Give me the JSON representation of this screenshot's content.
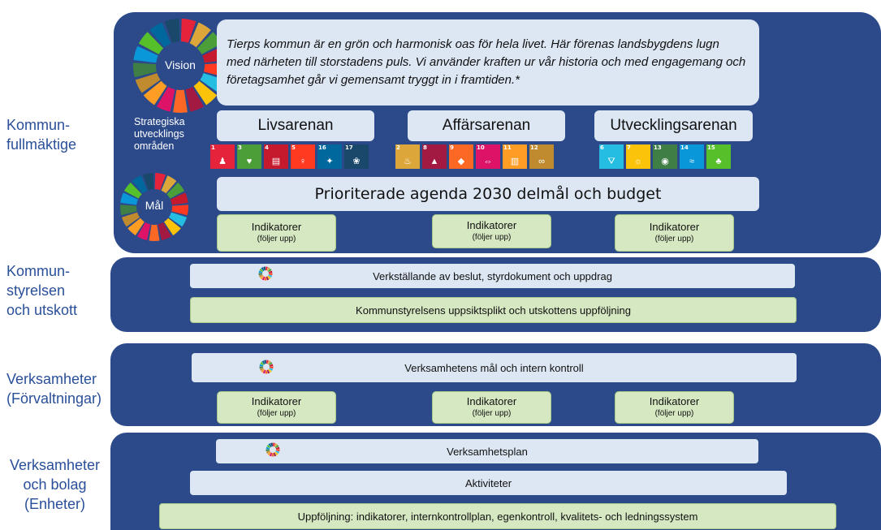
{
  "left_labels": {
    "kommunfullmaktige": "Kommun-\nfullmäktige",
    "kommunstyrelsen": "Kommun-\nstyrelsen\n och utskott",
    "verksamheter": "Verksamheter\n(Förvaltningar)",
    "enheter": "Verksamheter\noch bolag\n(Enheter)"
  },
  "vision": {
    "wheel_label": "Vision",
    "text": "Tierps kommun är en grön och harmonisk oas för hela livet. Här förenas landsbygdens lugn med närheten till storstadens puls. Vi använder kraften ur vår historia och med engagemang och företagsamhet går vi gemensamt tryggt in i framtiden.*"
  },
  "strategic": {
    "label": "Strategiska\nutvecklings\nområden",
    "arenas": [
      {
        "name": "Livsarenan",
        "goals": [
          1,
          3,
          4,
          5,
          16,
          17
        ]
      },
      {
        "name": "Affärsarenan",
        "goals": [
          2,
          8,
          9,
          10,
          11,
          12
        ]
      },
      {
        "name": "Utvecklingsarenan",
        "goals": [
          6,
          7,
          13,
          14,
          15
        ]
      }
    ]
  },
  "goal": {
    "wheel_label": "Mål",
    "priority_box": "Prioriterade agenda 2030 delmål och budget"
  },
  "indicator": {
    "title": "Indikatorer",
    "sub": "(följer upp)"
  },
  "kommunstyrelsen": {
    "row1": "Verkställande av beslut, styrdokument och uppdrag",
    "row2": "Kommunstyrelsens uppsiktsplikt och utskottens uppföljning"
  },
  "verksamheter": {
    "row1": "Verksamhetens mål och intern kontroll"
  },
  "enheter": {
    "row1": "Verksamhetsplan",
    "row2": "Aktiviteter",
    "row3": "Uppföljning: indikatorer, internkontrollplan, egenkontroll, kvalitets- och ledningssystem"
  },
  "colors": {
    "band": "#2c4a8a",
    "label": "#2a4f99",
    "light_box": "#dde7f4",
    "green_box": "#d6e8c2",
    "sdg": {
      "1": "#e5243b",
      "2": "#dda63a",
      "3": "#4c9f38",
      "4": "#c5192d",
      "5": "#ff3a21",
      "6": "#26bde2",
      "7": "#fcc30b",
      "8": "#a21942",
      "9": "#fd6925",
      "10": "#dd1367",
      "11": "#fd9d24",
      "12": "#bf8b2e",
      "13": "#3f7e44",
      "14": "#0a97d9",
      "15": "#56c02b",
      "16": "#00689d",
      "17": "#19486a"
    }
  }
}
